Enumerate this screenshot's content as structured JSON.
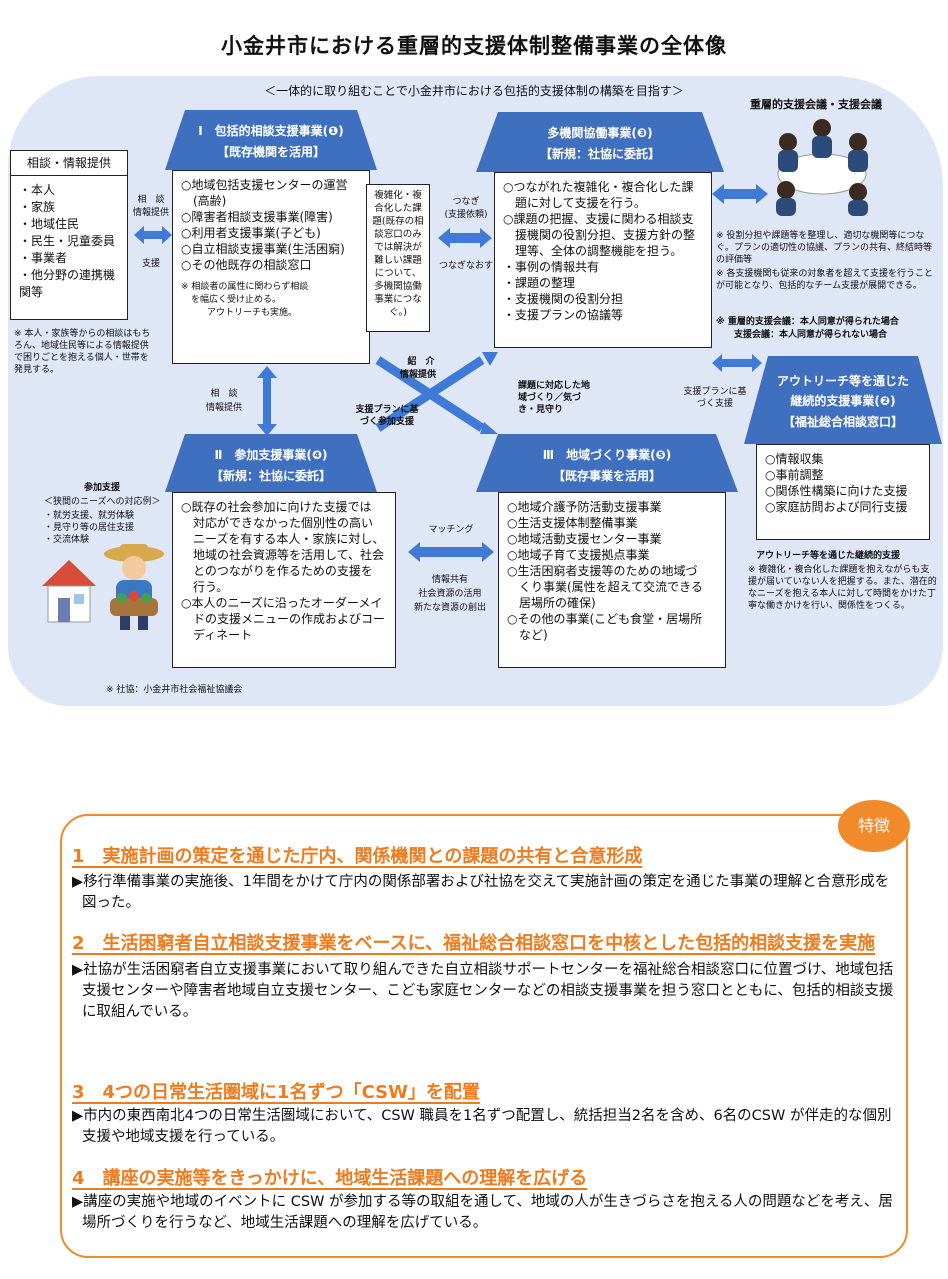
{
  "title": "小金井市における重層的支援体制整備事業の全体像",
  "subtitle": "＜一体的に取り組むことで小金井市における包括的支援体制の構築を目指す＞",
  "consult": {
    "header": "相談・情報提供",
    "items": [
      "・本人",
      "・家族",
      "・地域住民",
      "・民生・児童委員",
      "・事業者",
      "・他分野の連携機関等"
    ],
    "note": "※ 本人・家族等からの相談はもちろん、地域住民等による情報提供で困りごとを抱える個人・世帯を発見する。",
    "arrow_top": "相　談",
    "arrow_top2": "情報提供",
    "arrow_bottom": "支援"
  },
  "box1": {
    "title": "Ⅰ　包括的相談支援事業(❶)",
    "sub": "【既存機関を活用】",
    "lines": [
      "○地域包括支援センターの運営",
      "　(高齢)",
      "○障害者相談支援事業(障害)",
      "○利用者支援事業(子ども)",
      "○自立相談支援事業(生活困窮)",
      "○その他既存の相談窓口"
    ],
    "note1": "※ 相談者の属性に関わらず相談",
    "note2": "を幅広く受け止める。",
    "note3": "アウトリーチも実施。"
  },
  "middle_note": "複雑化・複合化した課題(既存の相談窓口のみでは解決が難しい課題について、多機関協働事業につなぐ。)",
  "tsunagi1": "つなぎ",
  "tsunagi2": "(支援依頼)",
  "tsunagi3": "つなぎなおす",
  "box3": {
    "title": "多機関協働事業(❸)",
    "sub": "【新規：社協に委託】",
    "lines": [
      "○つながれた複雑化・複合化した課",
      "　題に対して支援を行う。",
      "○課題の把握、支援に関わる相談支",
      "　援機関の役割分担、支援方針の整",
      "　理等、全体の調整機能を担う。",
      "・事例の情報共有",
      "・課題の整理",
      "・支援機関の役割分担",
      "・支援プランの協議等"
    ]
  },
  "meeting": {
    "title": "重層的支援会議・支援会議",
    "notes": [
      "※ 役割分担や課題等を整理し、適切な機関等につなぐ。プランの適切性の協議、プランの共有、終結時等の評価等",
      "※ 各支援機関も従来の対象者を超えて支援を行うことが可能となり、包括的なチーム支援が展開できる。"
    ],
    "note3a": "※ 重層的支援会議：本人同意が得られた場合",
    "note3b": "支援会議：本人同意が得られない場合"
  },
  "cross": {
    "intro1": "紹　介",
    "intro2": "情報提供",
    "plan": "支援プランに基づく参加支援",
    "issue": "課題に対応した地域づくり／気づき・見守り",
    "left1": "相　談",
    "left2": "情報提供",
    "right": "支援プランに基づく支援"
  },
  "outreach": {
    "title1": "アウトリーチ等を通じた",
    "title2": "継続的支援事業(❷)",
    "sub": "【福祉総合相談窓口】",
    "lines": [
      "○情報収集",
      "○事前調整",
      "○関係性構築に向けた支援",
      "○家庭訪問および同行支援"
    ],
    "note_title": "アウトリーチ等を通じた継続的支援",
    "note": "※ 複雑化・複合化した課題を抱えながらも支援が届いていない人を把握する。また、潜在的なニーズを抱える本人に対して時間をかけた丁寧な働きかけを行い、関係性をつくる。"
  },
  "box4": {
    "title": "Ⅱ　参加支援事業(❹)",
    "sub": "【新規：社協に委託】",
    "lines": [
      "○既存の社会参加に向けた支援では",
      "　対応ができなかった個別性の高い",
      "　ニーズを有する本人・家族に対し、",
      "　地域の社会資源等を活用して、社会",
      "　とのつながりを作るための支援を",
      "　行う。",
      "○本人のニーズに沿ったオーダーメイ",
      "　ドの支援メニューの作成およびコー",
      "　ディネート"
    ]
  },
  "participation": {
    "title": "参加支援",
    "sub": "＜狭間のニーズへの対応例＞",
    "items": [
      "・就労支援、就労体験",
      "・見守り等の居住支援",
      "・交流体験"
    ]
  },
  "matching": "マッチング",
  "matching2": "情報共有",
  "matching3": "社会資源の活用",
  "matching4": "新たな資源の創出",
  "box5": {
    "title": "Ⅲ　地域づくり事業(❺)",
    "sub": "【既存事業を活用】",
    "lines": [
      "○地域介護予防活動支援事業",
      "○生活支援体制整備事業",
      "○地域活動支援センター事業",
      "○地域子育て支援拠点事業",
      "○生活困窮者支援等のための地域づ",
      "　くり事業(属性を超えて交流できる",
      "　居場所の確保)",
      "○その他の事業(こども食堂・居場所",
      "　など)"
    ]
  },
  "footnote": "※ 社協：小金井市社会福祉協議会",
  "features": {
    "badge": "特徴",
    "items": [
      {
        "heading": "1　実施計画の策定を通じた庁内、関係機関との課題の共有と合意形成",
        "body": "▶移行準備事業の実施後、1年間をかけて庁内の関係部署および社協を交えて実施計画の策定を通じた事業の理解と合意形成を図った。"
      },
      {
        "heading": "2　生活困窮者自立相談支援事業をベースに、福祉総合相談窓口を中核とした包括的相談支援を実施",
        "body": "▶社協が生活困窮者自立支援事業において取り組んできた自立相談サポートセンターを福祉総合相談窓口に位置づけ、地域包括支援センターや障害者地域自立支援センター、こども家庭センターなどの相談支援事業を担う窓口とともに、包括的相談支援に取組んでいる。"
      },
      {
        "heading": "3　4つの日常生活圏域に1名ずつ「CSW」を配置",
        "body": "▶市内の東西南北4つの日常生活圏域において、CSW 職員を1名ずつ配置し、統括担当2名を含め、6名のCSW が伴走的な個別支援や地域支援を行っている。"
      },
      {
        "heading": "4　講座の実施等をきっかけに、地域生活課題への理解を広げる",
        "body": "▶講座の実施や地域のイベントに CSW が参加する等の取組を通して、地域の人が生きづらさを抱える人の問題などを考え、居場所づくりを行うなど、地域生活課題への理解を広げている。"
      }
    ]
  }
}
